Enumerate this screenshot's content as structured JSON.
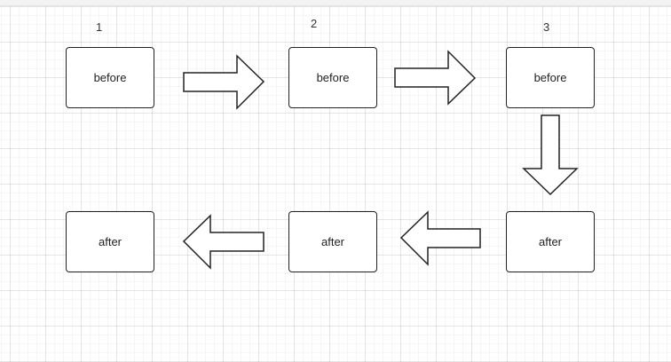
{
  "step_numbers": [
    "1",
    "2",
    "3"
  ],
  "nodes": {
    "before_1": "before",
    "before_2": "before",
    "before_3": "before",
    "after_1": "after",
    "after_2": "after",
    "after_3": "after"
  },
  "colors": {
    "stroke": "#222222",
    "fill": "#ffffff",
    "grid": "#e8e8e8"
  }
}
